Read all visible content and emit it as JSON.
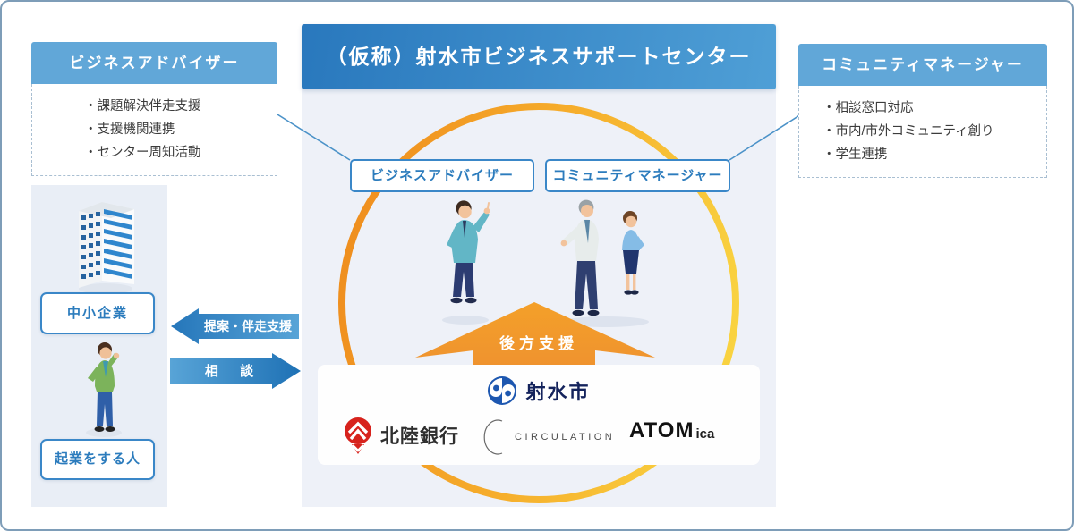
{
  "title": {
    "text": "（仮称）射水市ビジネスサポートセンター"
  },
  "left_box": {
    "header": "ビジネスアドバイザー",
    "items": [
      "・課題解決伴走支援",
      "・支援機関連携",
      "・センター周知活動"
    ]
  },
  "right_box": {
    "header": "コミュニティマネージャー",
    "items": [
      "・相談窓口対応",
      "・市内/市外コミュニティ創り",
      "・学生連携"
    ]
  },
  "center": {
    "advisor_label": "ビジネスアドバイザー",
    "manager_label": "コミュニティマネージャー",
    "support_label": "後方支援"
  },
  "flows": {
    "proposal": "提案・伴走支援",
    "consult": "相 談"
  },
  "actors": {
    "sme_label": "中小企業",
    "founder_label": "起業をする人"
  },
  "partners": {
    "imizu": "射水市",
    "hokuriku": "北陸銀行",
    "circulation": "CIRCULATION",
    "atomica_main": "ATOM",
    "atomica_sub": "ica"
  },
  "icons": {
    "imizu-logo-mark": "blue double-comma swirl disc",
    "hokuriku-logo-mark": "red disc with white chevrons and tail",
    "circulation-logo-mark": "thin open C ellipse",
    "building-illustration": "isometric blue office building",
    "founder-illustration": "thinking person in green sweater",
    "advisor-illustration": "person pointing up in teal sweater",
    "manager-illustration": "two people talking",
    "support-arrow": "orange up arrow",
    "proposal-arrow": "blue left arrow",
    "consult-arrow": "blue right arrow"
  },
  "colors": {
    "title_gradient_start": "#2978bd",
    "title_gradient_end": "#4f9fd6",
    "header_blue": "#61a7d8",
    "accent_blue": "#3a87c8",
    "circle_orange": "#ef8f1f",
    "circle_yellow": "#f9d341",
    "arrow_orange": "#f0982f",
    "imizu_blue": "#1d57b0",
    "hokuriku_red": "#d7231d",
    "panel_bg": "#eef1f8",
    "strip_bg": "#e9eef6",
    "frame_border": "#7e9db8"
  }
}
